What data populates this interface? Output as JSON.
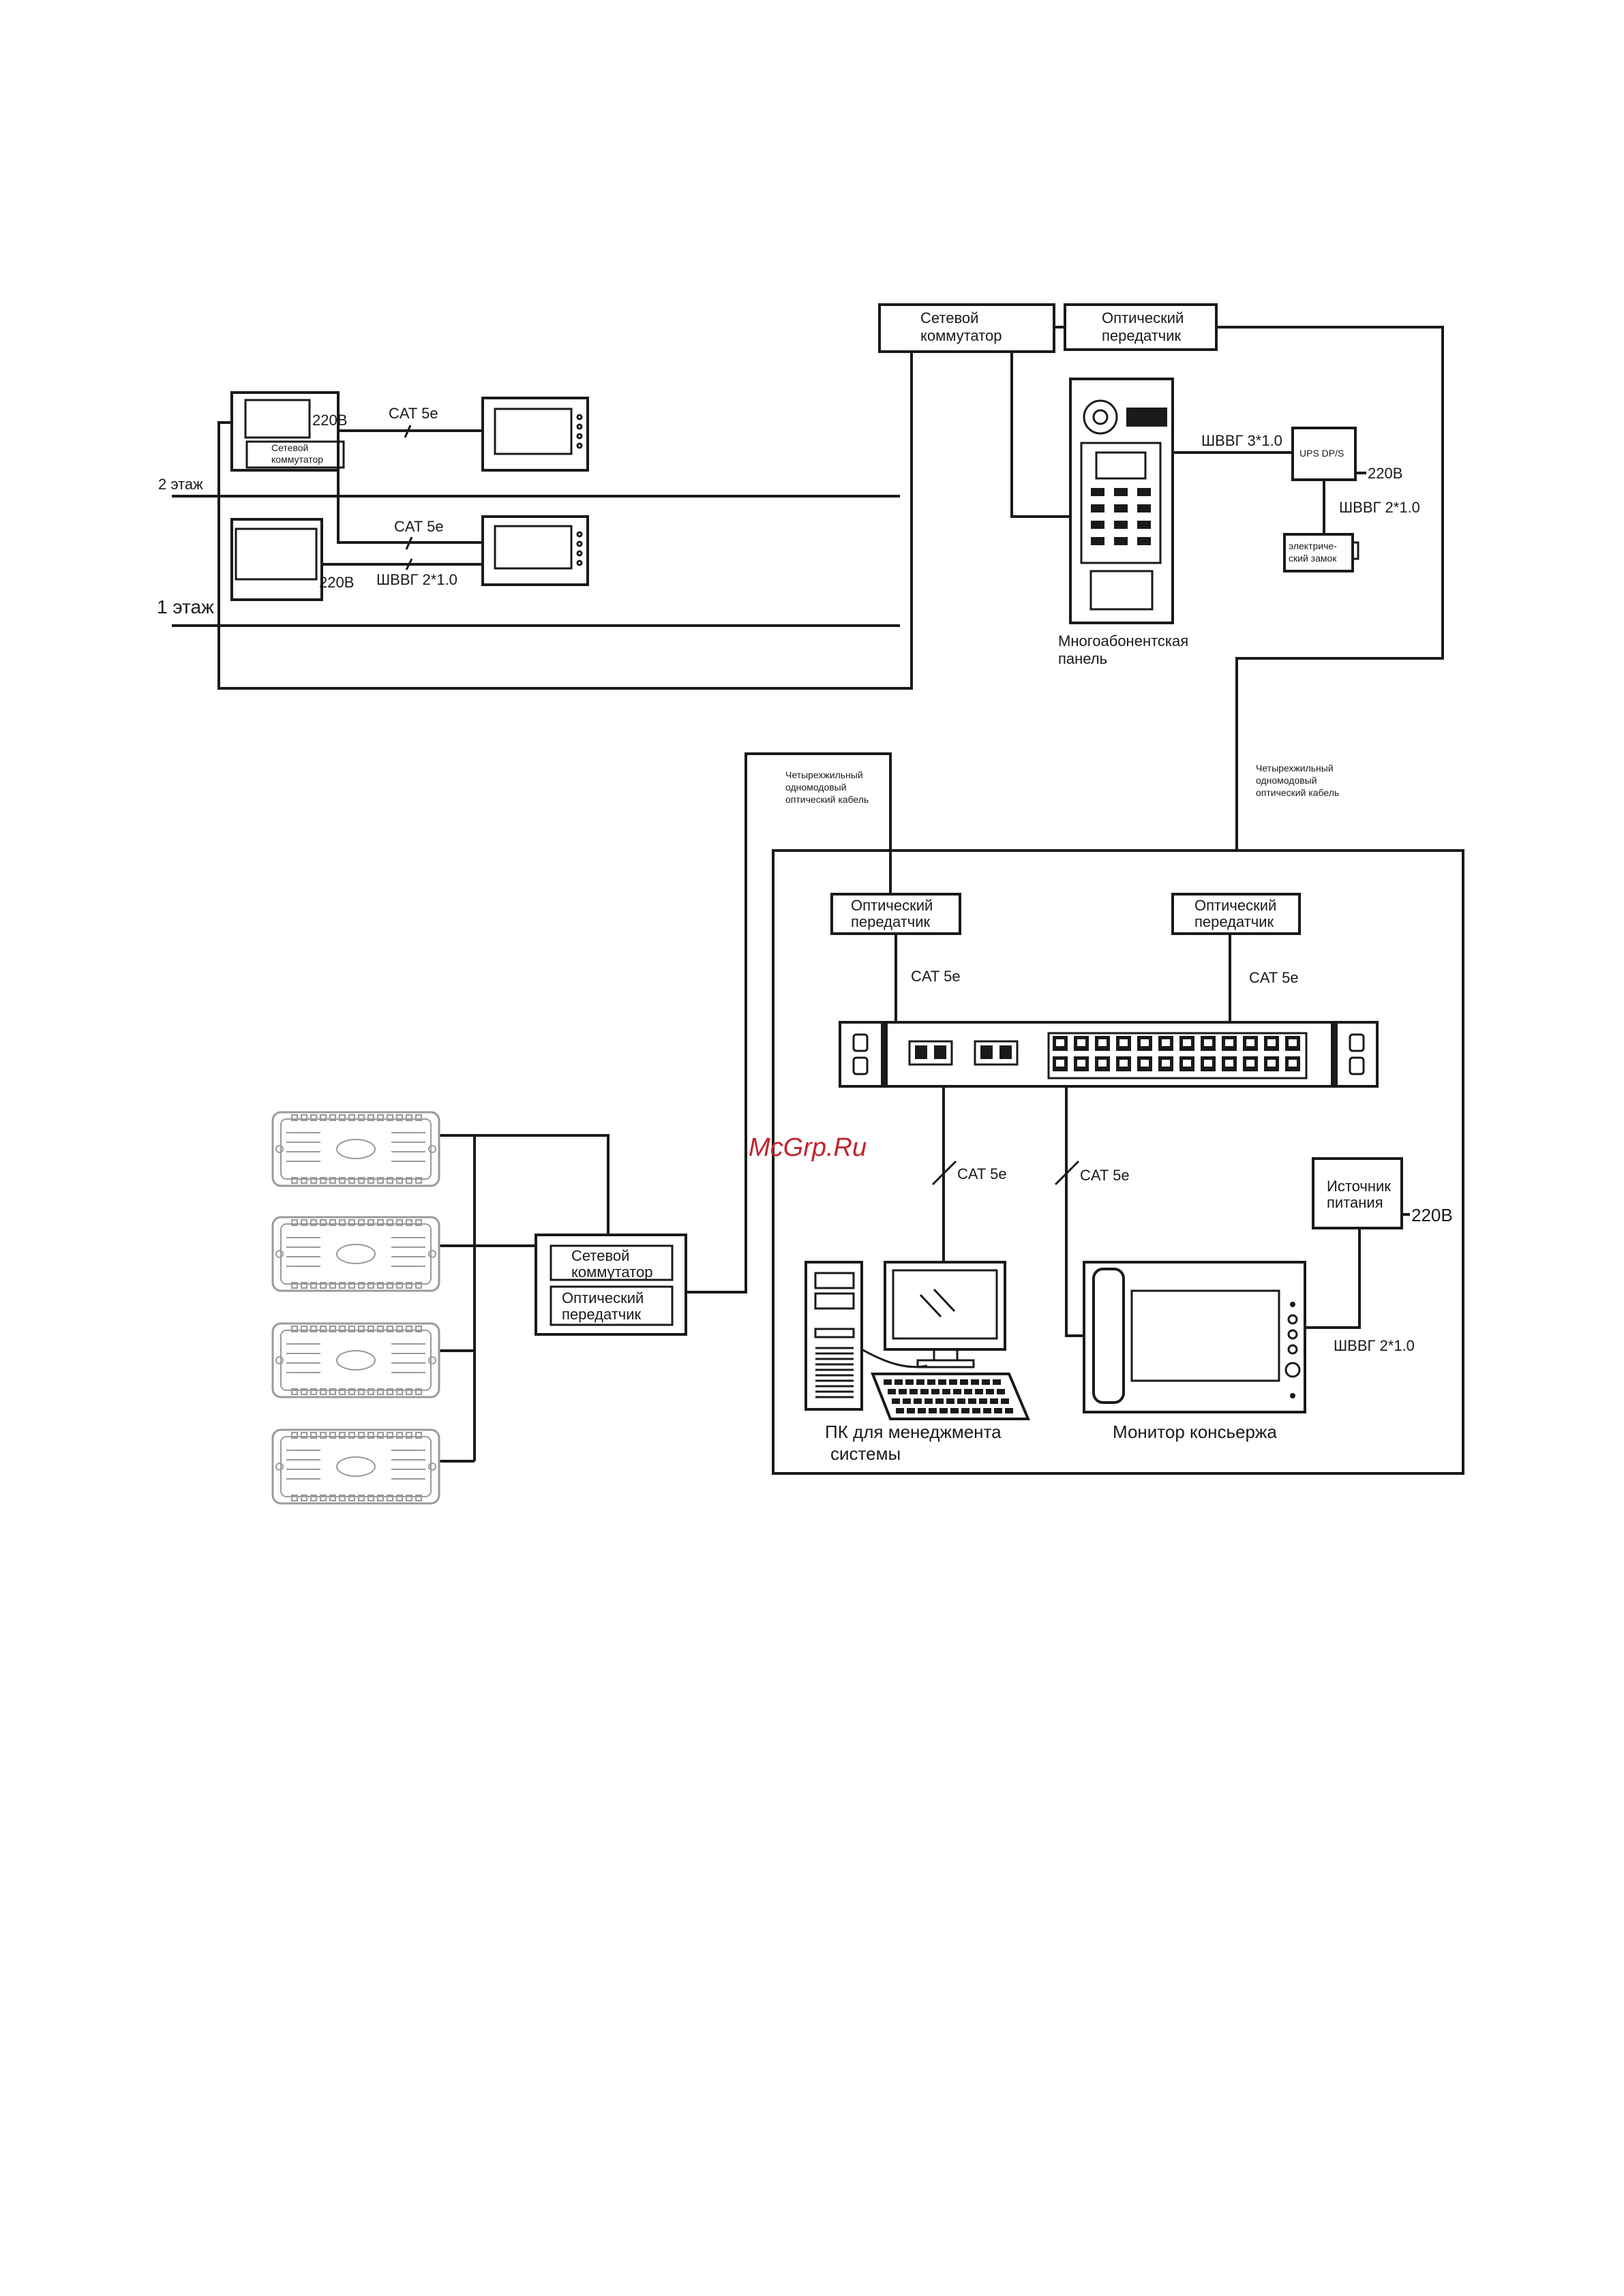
{
  "floors": {
    "floor2": "2 этаж",
    "floor1": "1 этаж"
  },
  "floor_devices": {
    "top_unit_voltage": "220В",
    "top_unit_switch": [
      "Сетевой",
      "коммутатор"
    ],
    "top_cable": "CAT 5e",
    "bottom_cable_cat": "CAT 5e",
    "bottom_cable_power": "ШВВГ 2*1.0",
    "bottom_unit_voltage": "220В"
  },
  "entrance": {
    "switch_box": [
      "Сетевой",
      "коммутатор"
    ],
    "optic_box": [
      "Оптический",
      "передатчик"
    ],
    "panel_label": [
      "Многоабонентская",
      "панель"
    ],
    "panel_cable": "ШВВГ 3*1.0",
    "ups_label": "UPS DP/S",
    "ups_voltage": "220В",
    "lock_cable": "ШВВГ 2*1.0",
    "lock_label": [
      "электриче-",
      "ский замок"
    ]
  },
  "fiber_labels": {
    "left": [
      "Четырехжильный",
      "одномодовый",
      "оптический кабель"
    ],
    "right": [
      "Четырехжильный",
      "одномодовый",
      "оптический кабель"
    ]
  },
  "control_room": {
    "optic_left": [
      "Оптический",
      "передатчик"
    ],
    "optic_right": [
      "Оптический",
      "передатчик"
    ],
    "cable_left": "CAT 5e",
    "cable_right": "CAT 5e",
    "pc_cable": "CAT 5e",
    "monitor_cable": "CAT 5e",
    "psu_label": [
      "Источник",
      "питания"
    ],
    "psu_voltage": "220В",
    "monitor_power_cable": "ШВВГ 2*1.0",
    "pc_label": [
      "ПК для менеджмента",
      "системы"
    ],
    "concierge_label": "Монитор консьержа"
  },
  "controllers_group": {
    "switch_box": [
      "Сетевой",
      "коммутатор"
    ],
    "optic_box": [
      "Оптический",
      "передатчик"
    ]
  },
  "watermark": "McGrp.Ru"
}
